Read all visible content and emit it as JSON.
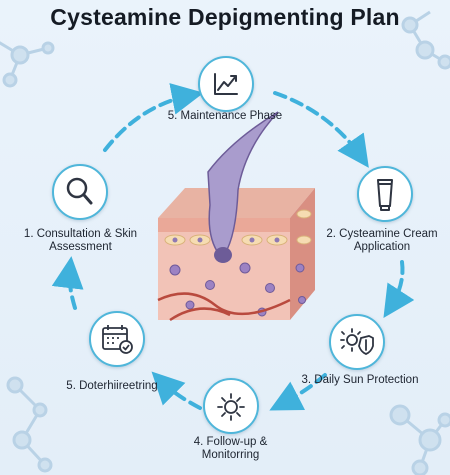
{
  "title": "Cysteamine Depigmenting Plan",
  "steps": [
    {
      "label": "1. Consultation & Skin Assessment",
      "icon": "magnifier-icon"
    },
    {
      "label": "2. Cysteamine Cream Application",
      "icon": "cream-tube-icon"
    },
    {
      "label": "3. Daily Sun Protection",
      "icon": "sun-shield-icon"
    },
    {
      "label": "4. Follow-up & Monitorring",
      "icon": "sun-icon"
    },
    {
      "label": "5. Doterhiireetring",
      "icon": "calendar-check-icon"
    },
    {
      "label": "5. Maintenance Phase",
      "icon": "trend-chart-icon"
    }
  ],
  "colors": {
    "arrow": "#3fb1dc",
    "icon_ring": "#4fb6da",
    "title": "#151b24"
  }
}
